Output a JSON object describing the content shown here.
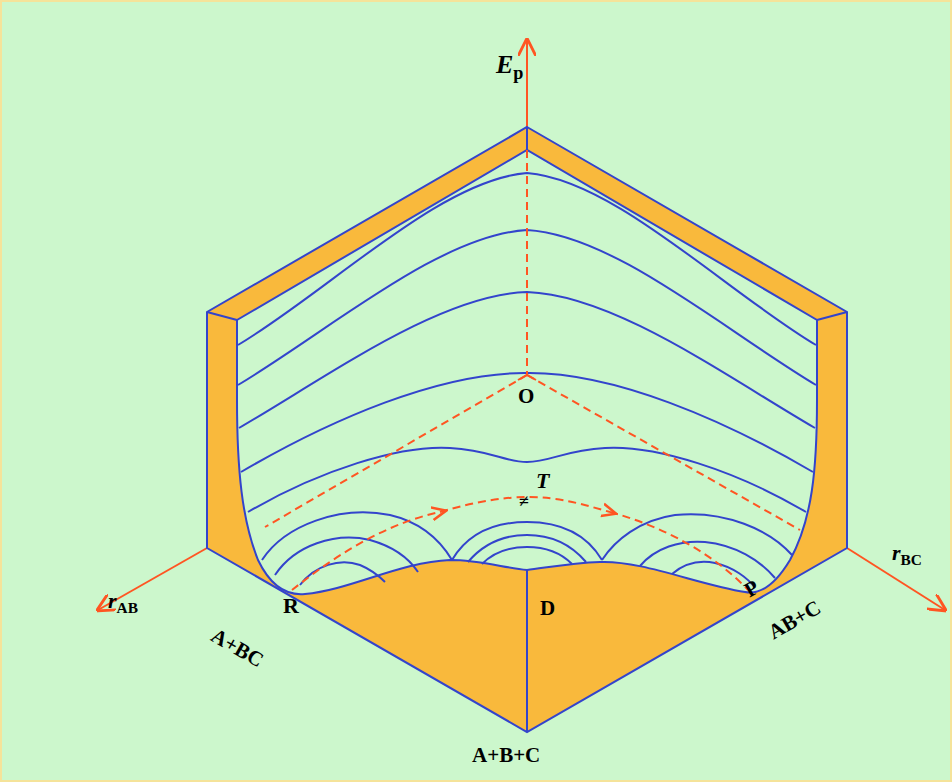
{
  "diagram": {
    "labels": [
      "E",
      "p",
      "O",
      "T",
      "≠",
      "R",
      "D",
      "P",
      "r",
      "AB",
      "r",
      "BC",
      "A+BC",
      "AB+C",
      "A+B+C"
    ]
  }
}
